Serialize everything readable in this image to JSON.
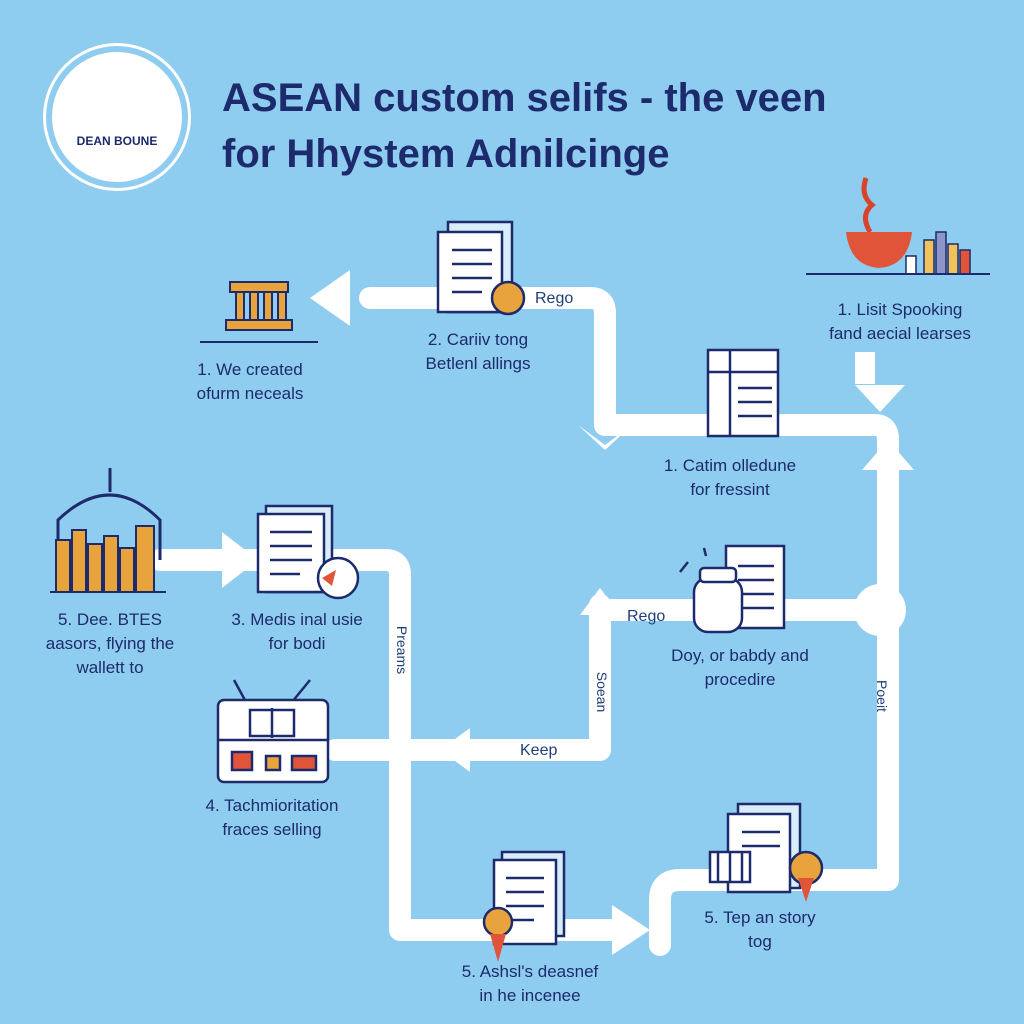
{
  "title": {
    "line1": "ASEAN custom selifs - the veen",
    "line2": "for Hhystem Adnilcinge"
  },
  "logo": {
    "text": "DEAN BOUNE"
  },
  "steps": {
    "we_created": {
      "line1": "1. We created",
      "line2": "ofurm neceals"
    },
    "cariiv_tong": {
      "line1": "2. Cariiv tong",
      "line2": "Betlenl allings"
    },
    "lisit_spooking": {
      "line1": "1. Lisit Spooking",
      "line2": "fand aecial learses"
    },
    "catim_olledune": {
      "line1": "1. Catim olledune",
      "line2": "for fressint"
    },
    "dee_btes": {
      "line1": "5. Dee. BTES",
      "line2": "aasors, flying the",
      "line3": "wallett to"
    },
    "medis_inal": {
      "line1": "3. Medis inal usie",
      "line2": "for bodi"
    },
    "doy_babdy": {
      "line1": "Doy, or babdy and",
      "line2": "procedire"
    },
    "tachmioritation": {
      "line1": "4. Tachmioritation",
      "line2": "fraces selling"
    },
    "tep_story": {
      "line1": "5. Tep an story",
      "line2": "tog"
    },
    "ashsls": {
      "line1": "5. Ashsl's deasnef",
      "line2": "in he incenee"
    }
  },
  "connector_tags": {
    "rego_top": "Rego",
    "rego_mid": "Rego",
    "keep": "Keep",
    "preams": "Preams",
    "soean": "Soean",
    "poeit": "Poeit"
  },
  "colors": {
    "background": "#8fcdf0",
    "path": "#ffffff",
    "ink": "#1d2a6b",
    "accent_orange": "#e8a33c",
    "accent_red": "#e0553a"
  },
  "icons": [
    "pillar-building-icon",
    "document-list-icon",
    "bowl-steam-icon",
    "document-table-icon",
    "city-skyline-icon",
    "document-icon",
    "jar-document-icon",
    "radio-device-icon",
    "document-pin-icon",
    "circuit-document-icon"
  ]
}
